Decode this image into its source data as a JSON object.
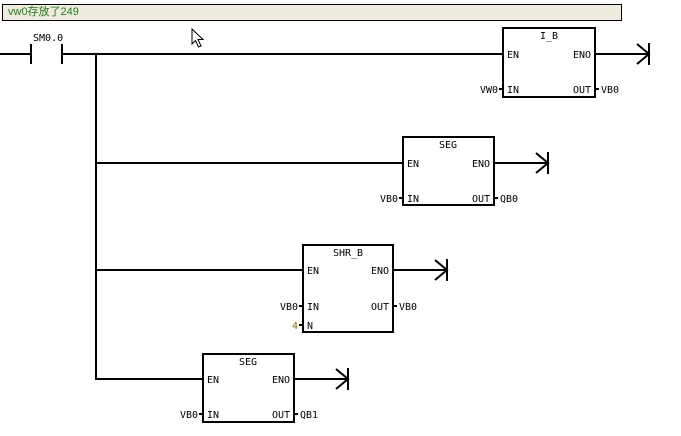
{
  "network_comment": "vw0存放了249",
  "contact": {
    "address": "SM0.0",
    "type": "normally-open"
  },
  "blocks": [
    {
      "name": "I_B",
      "inputs": [
        {
          "pin": "EN",
          "operand": ""
        },
        {
          "pin": "IN",
          "operand": "VW0"
        }
      ],
      "outputs": [
        {
          "pin": "ENO"
        },
        {
          "pin": "OUT",
          "operand": "VB0"
        }
      ]
    },
    {
      "name": "SEG",
      "inputs": [
        {
          "pin": "EN",
          "operand": ""
        },
        {
          "pin": "IN",
          "operand": "VB0"
        }
      ],
      "outputs": [
        {
          "pin": "ENO"
        },
        {
          "pin": "OUT",
          "operand": "QB0"
        }
      ]
    },
    {
      "name": "SHR_B",
      "inputs": [
        {
          "pin": "EN",
          "operand": ""
        },
        {
          "pin": "IN",
          "operand": "VB0"
        },
        {
          "pin": "N",
          "operand": "4"
        }
      ],
      "outputs": [
        {
          "pin": "ENO"
        },
        {
          "pin": "OUT",
          "operand": "VB0"
        }
      ]
    },
    {
      "name": "SEG",
      "inputs": [
        {
          "pin": "EN",
          "operand": ""
        },
        {
          "pin": "IN",
          "operand": "VB0"
        }
      ],
      "outputs": [
        {
          "pin": "ENO"
        },
        {
          "pin": "OUT",
          "operand": "QB1"
        }
      ]
    }
  ],
  "colors": {
    "comment_bg": "#efecdf",
    "comment_text": "#1f7a1f",
    "constant": "#807000",
    "wire": "#000000"
  }
}
